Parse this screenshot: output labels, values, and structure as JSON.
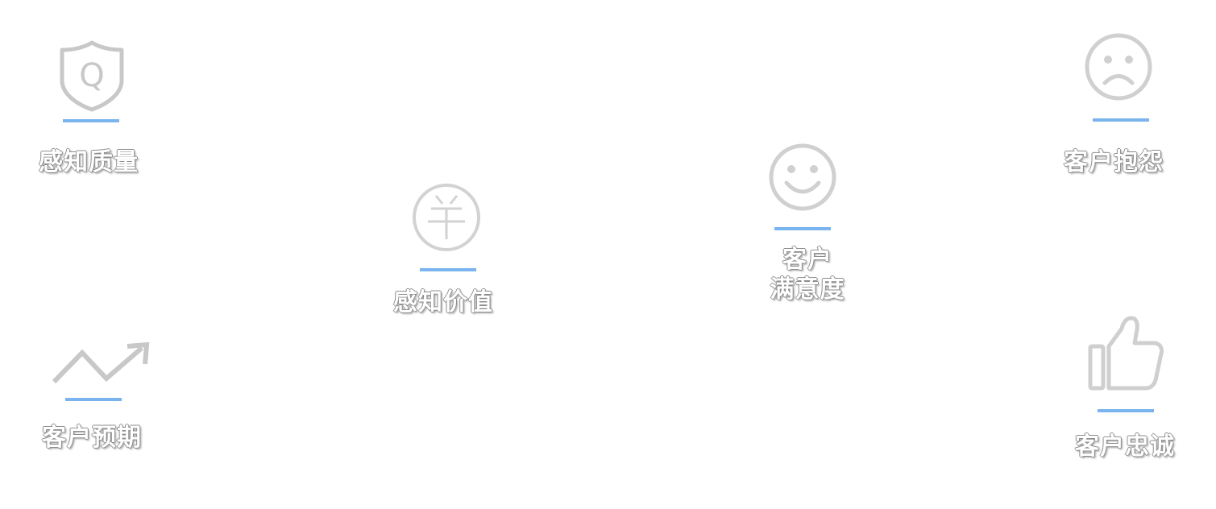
{
  "colors": {
    "icon": "#c8c8c8",
    "underline": "#7ab4ee",
    "label_outline": "#8c8c8c",
    "background": "#ffffff"
  },
  "nodes": {
    "perceived_quality": {
      "icon": "shield-q-icon",
      "icon_letter": "Q",
      "label": "感知质量"
    },
    "customer_expectation": {
      "icon": "trend-arrow-icon",
      "label": "客户预期"
    },
    "perceived_value": {
      "icon": "yuan-coin-icon",
      "label": "感知价值"
    },
    "customer_satisfaction": {
      "icon": "smile-face-icon",
      "label_line1": "客户",
      "label_line2": "满意度"
    },
    "customer_complaint": {
      "icon": "sad-face-icon",
      "label": "客户抱怨"
    },
    "customer_loyalty": {
      "icon": "thumbs-up-icon",
      "label": "客户忠诚"
    }
  }
}
